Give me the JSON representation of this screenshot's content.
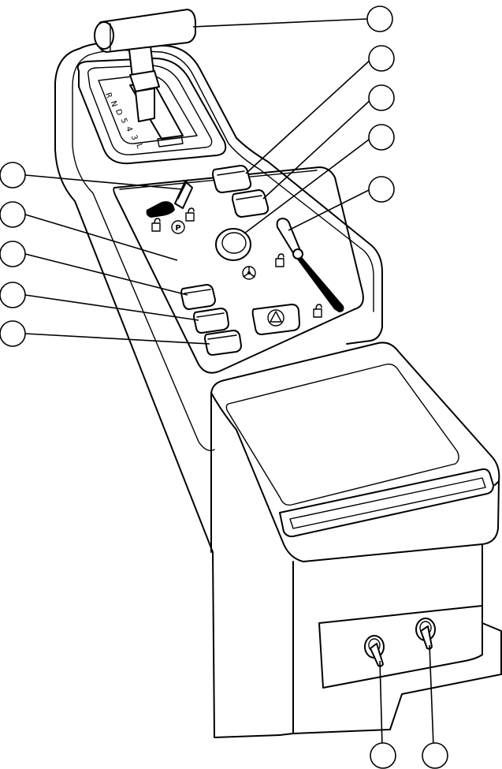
{
  "gear_positions": [
    "R",
    "N",
    "D",
    "5",
    "4",
    "3",
    "L"
  ],
  "shift_marking": "P",
  "callouts": [
    {
      "id": "callout-1",
      "side": "left"
    },
    {
      "id": "callout-2",
      "side": "left"
    },
    {
      "id": "callout-3",
      "side": "left"
    },
    {
      "id": "callout-4",
      "side": "left"
    },
    {
      "id": "callout-5",
      "side": "left"
    },
    {
      "id": "callout-6",
      "side": "right"
    },
    {
      "id": "callout-7",
      "side": "right"
    },
    {
      "id": "callout-8",
      "side": "right"
    },
    {
      "id": "callout-9",
      "side": "right"
    },
    {
      "id": "callout-10",
      "side": "right"
    },
    {
      "id": "callout-11",
      "side": "bottom"
    },
    {
      "id": "callout-12",
      "side": "bottom"
    }
  ]
}
